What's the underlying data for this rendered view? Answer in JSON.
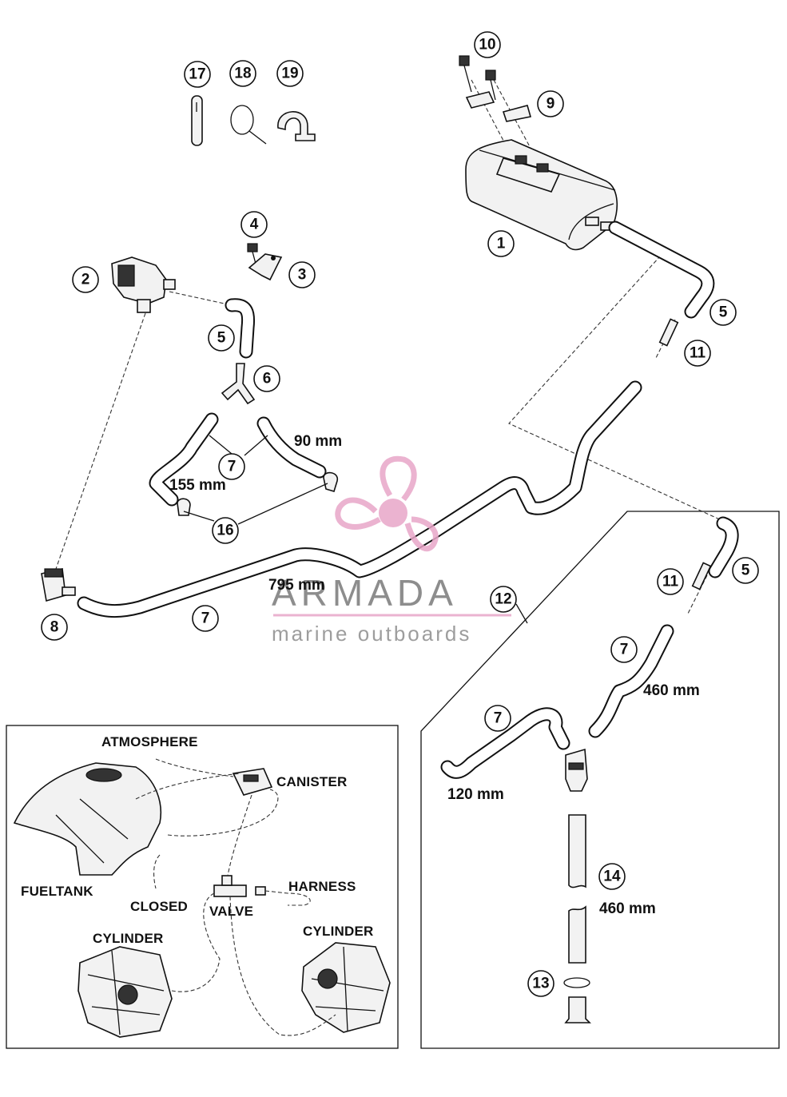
{
  "callouts": [
    {
      "id": "1",
      "label": "1"
    },
    {
      "id": "2",
      "label": "2"
    },
    {
      "id": "3",
      "label": "3"
    },
    {
      "id": "4",
      "label": "4"
    },
    {
      "id": "5a",
      "label": "5"
    },
    {
      "id": "5b",
      "label": "5"
    },
    {
      "id": "5c",
      "label": "5"
    },
    {
      "id": "6",
      "label": "6"
    },
    {
      "id": "7a",
      "label": "7"
    },
    {
      "id": "7b",
      "label": "7"
    },
    {
      "id": "7c",
      "label": "7"
    },
    {
      "id": "7d",
      "label": "7"
    },
    {
      "id": "8",
      "label": "8"
    },
    {
      "id": "9",
      "label": "9"
    },
    {
      "id": "10",
      "label": "10"
    },
    {
      "id": "11a",
      "label": "11"
    },
    {
      "id": "11b",
      "label": "11"
    },
    {
      "id": "12",
      "label": "12"
    },
    {
      "id": "13",
      "label": "13"
    },
    {
      "id": "14",
      "label": "14"
    },
    {
      "id": "16",
      "label": "16"
    },
    {
      "id": "17",
      "label": "17"
    },
    {
      "id": "18",
      "label": "18"
    },
    {
      "id": "19",
      "label": "19"
    }
  ],
  "dimensions": {
    "d90": "90 mm",
    "d155": "155 mm",
    "d795": "795 mm",
    "d460a": "460 mm",
    "d120": "120 mm",
    "d460b": "460 mm"
  },
  "schematic": {
    "atmosphere": "ATMOSPHERE",
    "canister": "CANISTER",
    "fueltank": "FUELTANK",
    "closed": "CLOSED",
    "valve": "VALVE",
    "harness": "HARNESS",
    "cylinder_left": "CYLINDER",
    "cylinder_right": "CYLINDER"
  },
  "watermark": {
    "brand": "ARMADA",
    "tagline": "marine outboards",
    "logo_color": "#e8a6c8",
    "text_color": "#7a7a7a"
  },
  "colors": {
    "line": "#111111",
    "background": "#ffffff",
    "watermark_pink": "#e8a6c8"
  }
}
